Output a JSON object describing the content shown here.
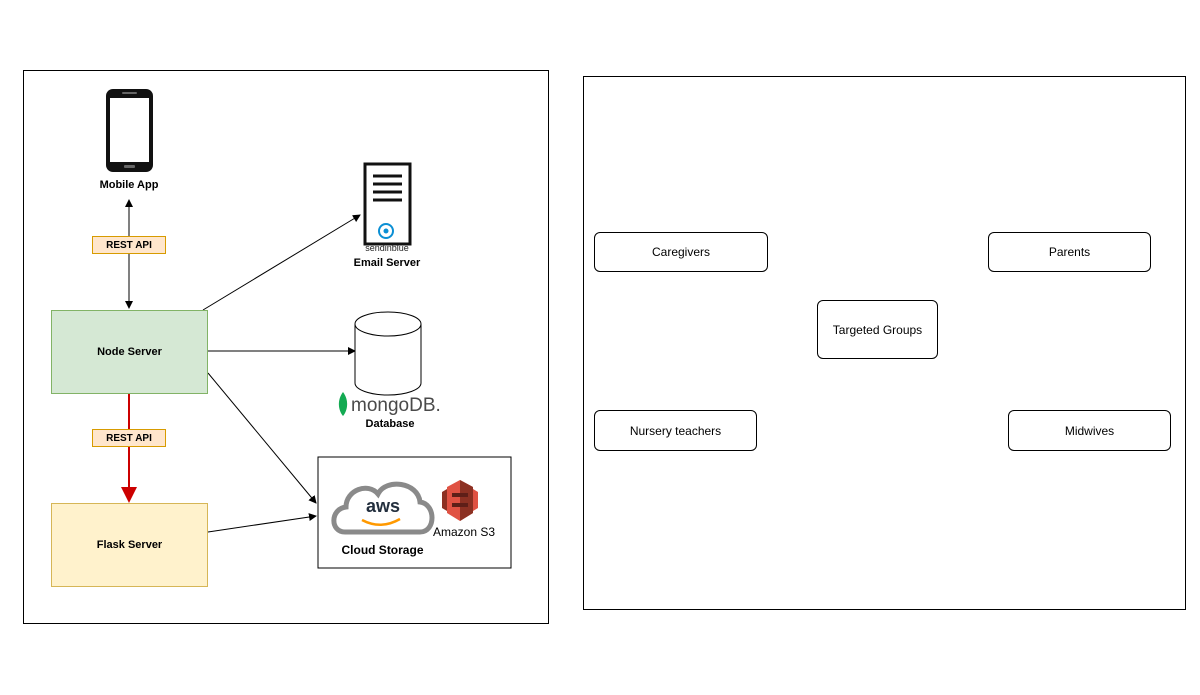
{
  "architecture": {
    "mobile_app": "Mobile App",
    "rest_api_top": "REST API",
    "rest_api_bottom": "REST API",
    "node_server": "Node Server",
    "flask_server": "Flask Server",
    "email_brand": "sendinblue",
    "email_server": "Email Server",
    "db_brand": "mongoDB.",
    "database": "Database",
    "aws_logo": "aws",
    "amazon_s3": "Amazon S3",
    "cloud_storage": "Cloud Storage"
  },
  "groups": {
    "center": "Targeted Groups",
    "caregivers": "Caregivers",
    "parents": "Parents",
    "nursery_teachers": "Nursery teachers",
    "midwives": "Midwives"
  },
  "colors": {
    "node_fill": "#d5e8d4",
    "node_border": "#82b366",
    "flask_fill": "#fff2cc",
    "flask_border": "#d6b656",
    "api_fill": "#ffe6cc",
    "api_border": "#d79b00",
    "red_arrow": "#cc0000"
  }
}
